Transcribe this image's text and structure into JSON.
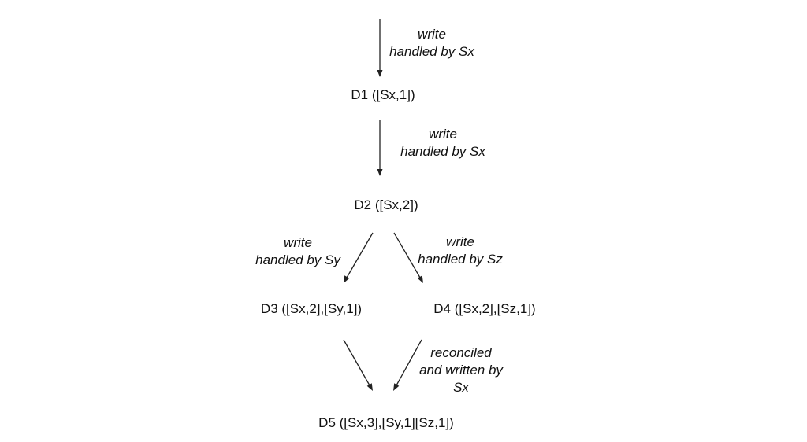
{
  "nodes": {
    "d1": "D1 ([Sx,1])",
    "d2": "D2 ([Sx,2])",
    "d3": "D3 ([Sx,2],[Sy,1])",
    "d4": "D4 ([Sx,2],[Sz,1])",
    "d5": "D5 ([Sx,3],[Sy,1][Sz,1])"
  },
  "edges": {
    "into_d1": {
      "line1": "write",
      "line2": "handled by Sx"
    },
    "d1_to_d2": {
      "line1": "write",
      "line2": "handled by Sx"
    },
    "d2_to_d3": {
      "line1": "write",
      "line2": "handled by Sy"
    },
    "d2_to_d4": {
      "line1": "write",
      "line2": "handled by Sz"
    },
    "d4_to_d5": {
      "line1": "reconciled",
      "line2": "and written by",
      "line3": "Sx"
    }
  }
}
